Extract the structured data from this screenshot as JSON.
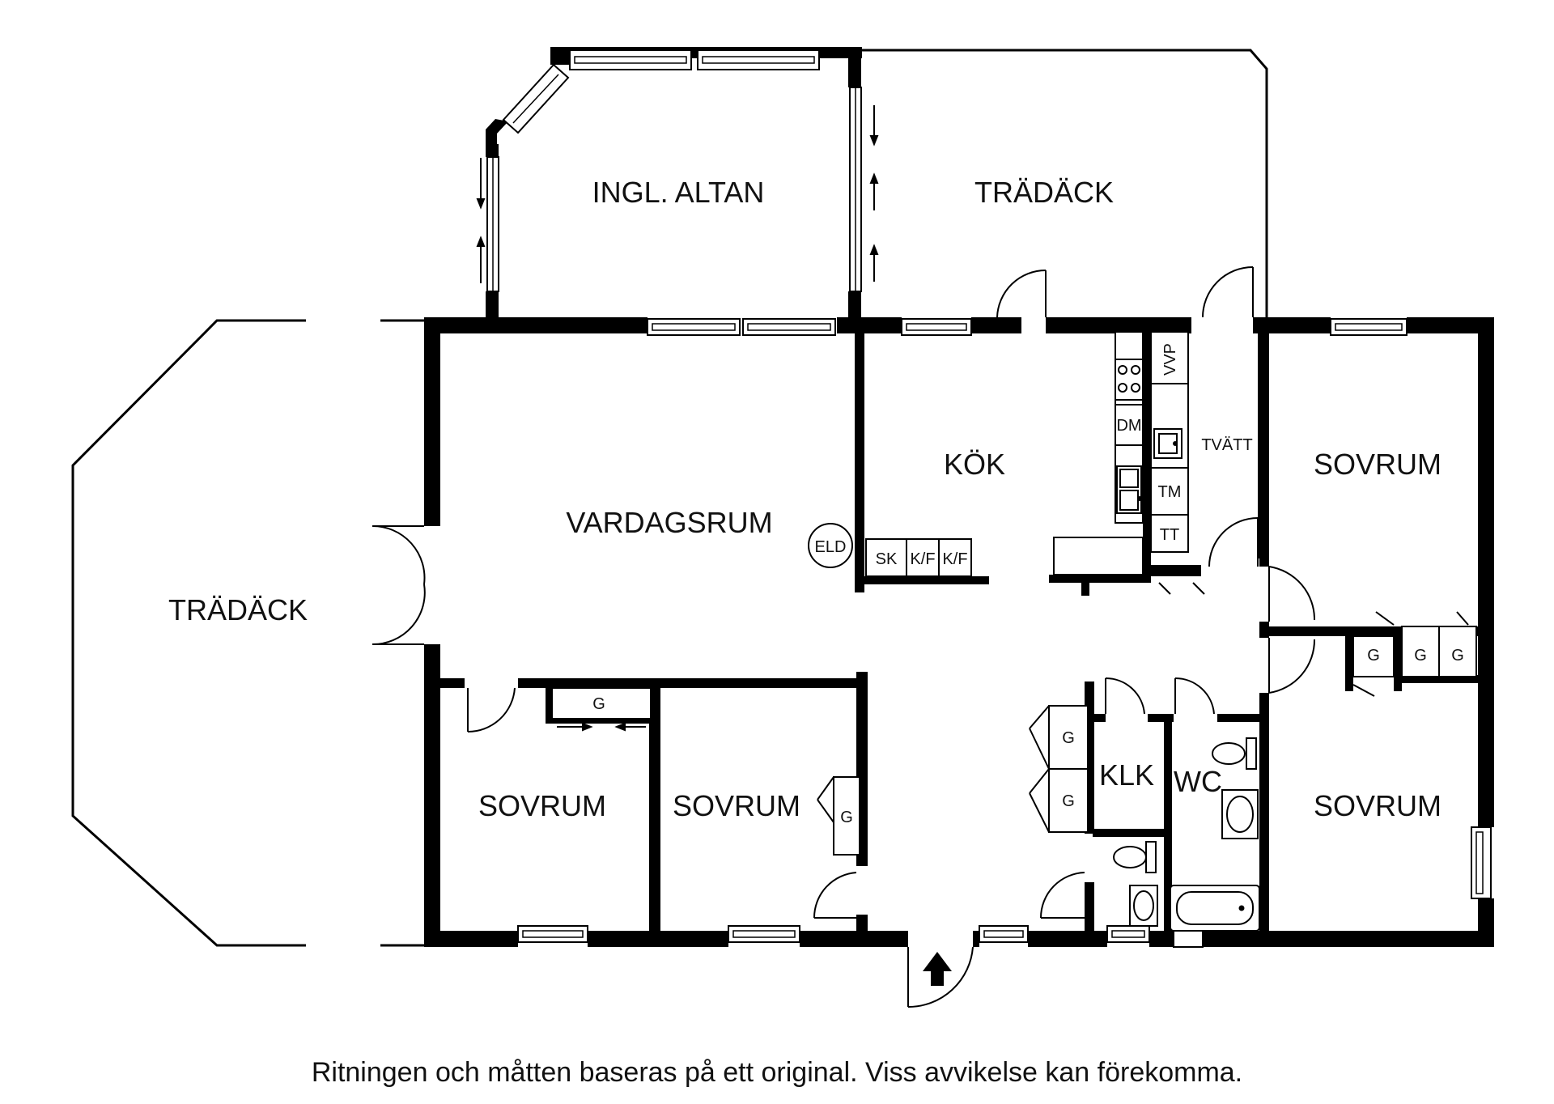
{
  "rooms": {
    "ingl_altan": "INGL. ALTAN",
    "tradack_top": "TRÄDÄCK",
    "tradack_left": "TRÄDÄCK",
    "vardagsrum": "VARDAGSRUM",
    "kok": "KÖK",
    "tvatt": "TVÄTT",
    "sovrum_top_right": "SOVRUM",
    "sovrum_bottom_right": "SOVRUM",
    "sovrum_bottom_left": "SOVRUM",
    "sovrum_bottom_mid": "SOVRUM",
    "klk": "KLK",
    "wc": "WC"
  },
  "fixtures": {
    "eld": "ELD",
    "sk": "SK",
    "kf1": "K/F",
    "kf2": "K/F",
    "dm": "DM",
    "vvp": "VVP",
    "tm": "TM",
    "tt": "TT",
    "g_closet_left": "G",
    "g_closet_mid": "G",
    "g_hall_1": "G",
    "g_hall_2": "G",
    "g_right_1": "G",
    "g_right_2": "G",
    "g_right_3": "G"
  },
  "footer": {
    "disclaimer": "Ritningen och måtten baseras på ett original. Viss avvikelse kan förekomma."
  },
  "colors": {
    "wall": "#000000",
    "background": "#ffffff",
    "text": "#111111"
  }
}
